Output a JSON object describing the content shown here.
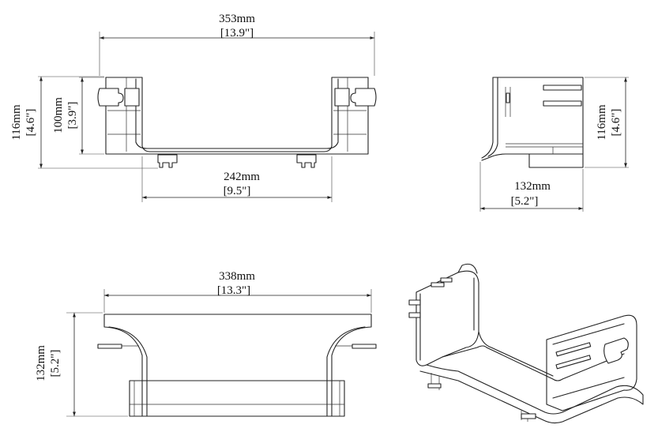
{
  "dimensions": {
    "front_width": {
      "mm": "353mm",
      "inch": "[13.9\"]"
    },
    "front_height": {
      "mm": "116mm",
      "inch": "[4.6\"]"
    },
    "inner_height": {
      "mm": "100mm",
      "inch": "[3.9\"]"
    },
    "inner_width": {
      "mm": "242mm",
      "inch": "[9.5\"]"
    },
    "side_height": {
      "mm": "116mm",
      "inch": "[4.6\"]"
    },
    "side_depth": {
      "mm": "132mm",
      "inch": "[5.2\"]"
    },
    "top_width": {
      "mm": "338mm",
      "inch": "[13.3\"]"
    },
    "top_depth": {
      "mm": "132mm",
      "inch": "[5.2\"]"
    }
  }
}
